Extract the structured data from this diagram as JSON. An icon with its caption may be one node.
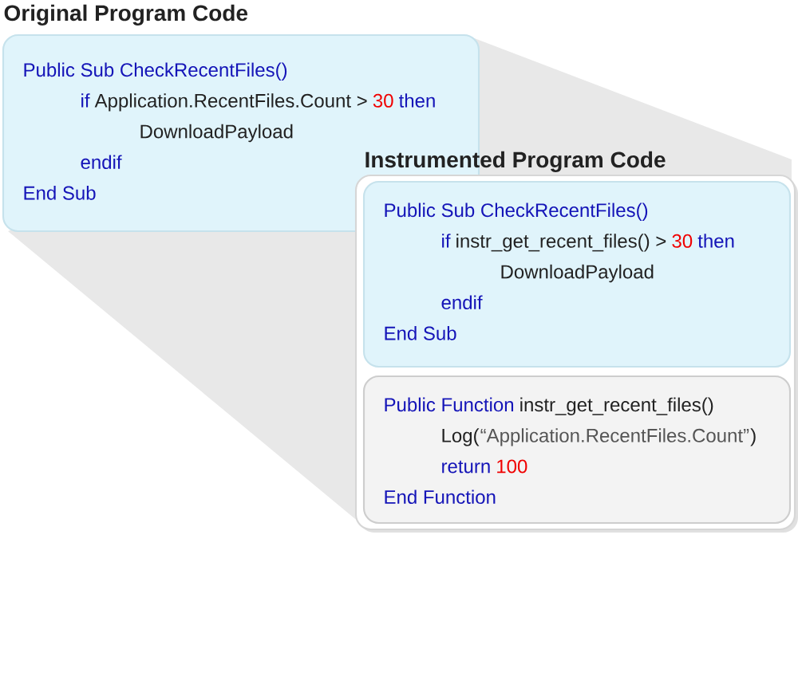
{
  "diagram": {
    "nodes": [
      {
        "text": [
          "Original Program Code",
          "Public Sub CheckRecentFiles()",
          "if",
          "Application.RecentFiles.Count >",
          "30",
          "then",
          "DownloadPayload",
          "endif",
          "End Sub"
        ]
      },
      {
        "text": [
          "Instrumented Program Code"
        ]
      },
      {
        "text": [
          "Public Sub CheckRecentFiles()",
          "if",
          "instr_get_recent_files() >",
          "30",
          "then",
          "DownloadPayload",
          "endif",
          "End Sub"
        ],
        "in": 1
      },
      {
        "text": [
          "Public Function",
          "instr_get_recent_files()",
          "Log(",
          "“Application.RecentFiles.Count”",
          ")",
          "return",
          "100",
          "End Function"
        ],
        "in": 1
      }
    ]
  }
}
